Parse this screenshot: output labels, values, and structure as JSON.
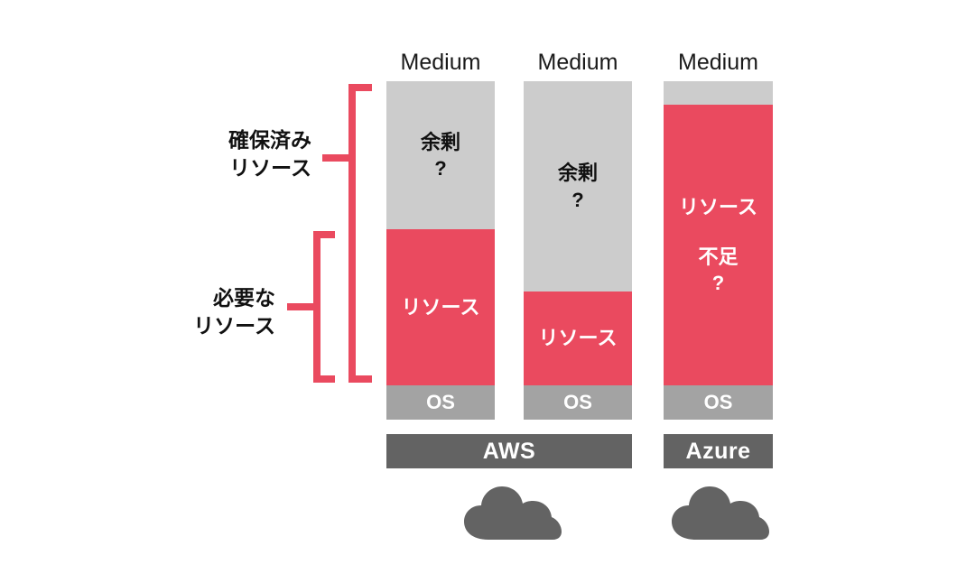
{
  "diagram": {
    "title_colors": {
      "accent_red": "#ea4a5f",
      "spare_gray": "#cccccc",
      "os_gray": "#a3a3a3",
      "provider_gray": "#636363",
      "text_dark": "#111111"
    },
    "columns": [
      {
        "header": "Medium",
        "segments": [
          {
            "name": "spare",
            "lines": [
              "余剰",
              "?"
            ]
          },
          {
            "name": "resource",
            "lines": [
              "リソース"
            ]
          },
          {
            "name": "os",
            "lines": [
              "OS"
            ]
          }
        ]
      },
      {
        "header": "Medium",
        "segments": [
          {
            "name": "spare",
            "lines": [
              "余剰",
              "?"
            ]
          },
          {
            "name": "resource",
            "lines": [
              "リソース"
            ]
          },
          {
            "name": "os",
            "lines": [
              "OS"
            ]
          }
        ]
      },
      {
        "header": "Medium",
        "segments": [
          {
            "name": "spare",
            "lines": []
          },
          {
            "name": "resource",
            "lines": [
              "リソース",
              "",
              "不足",
              "?"
            ]
          },
          {
            "name": "os",
            "lines": [
              "OS"
            ]
          }
        ]
      }
    ],
    "providers": [
      {
        "name": "aws",
        "label": "AWS"
      },
      {
        "name": "azure",
        "label": "Azure"
      }
    ],
    "side_labels": [
      {
        "name": "reserved-resource",
        "lines": [
          "確保済み",
          "リソース"
        ]
      },
      {
        "name": "required-resource",
        "lines": [
          "必要な",
          "リソース"
        ]
      }
    ],
    "icons": {
      "cloud": "cloud-icon"
    }
  }
}
